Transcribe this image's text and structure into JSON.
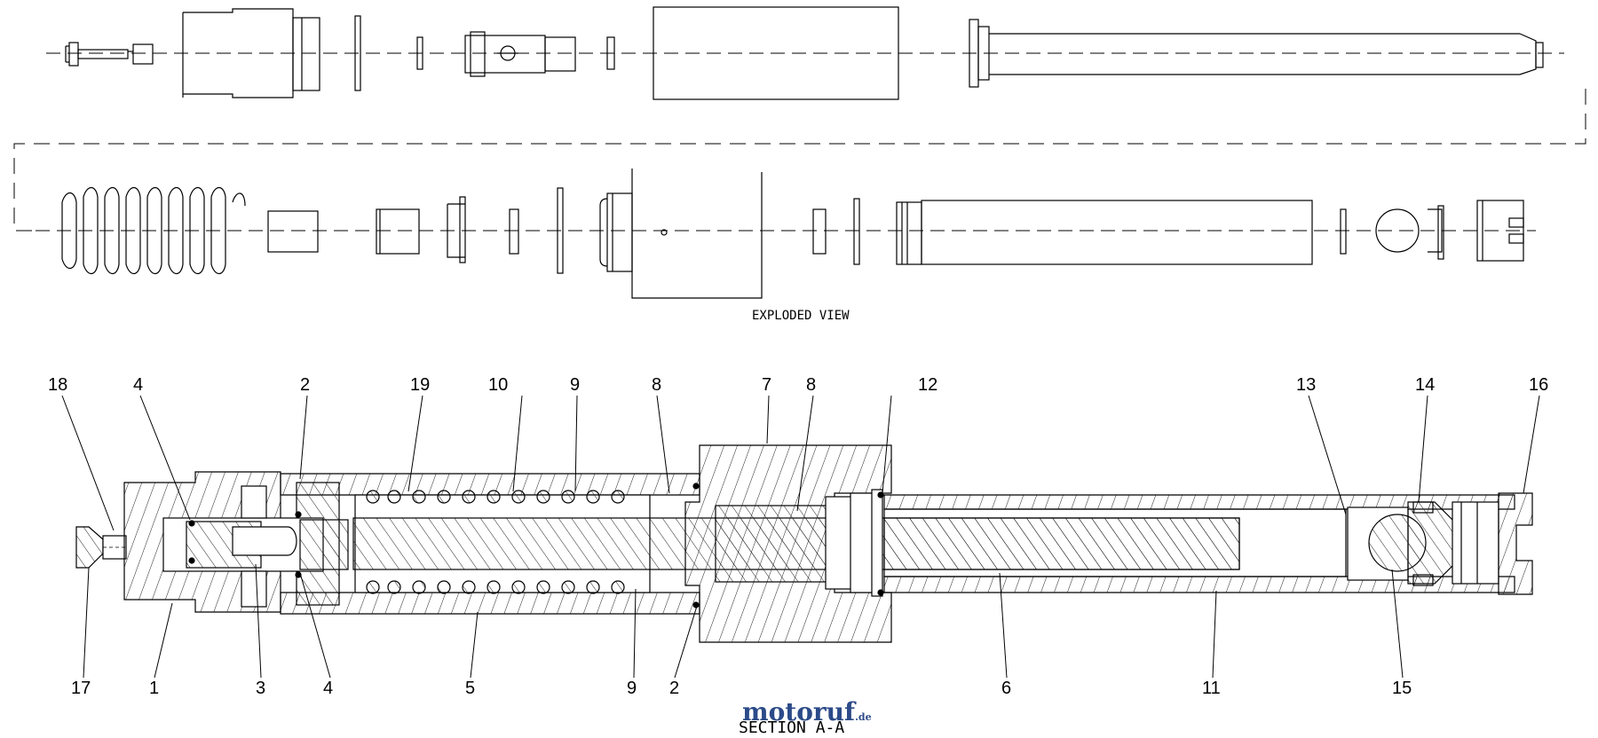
{
  "labels": {
    "exploded_view": "EXPLODED VIEW",
    "section": "SECTION  A-A"
  },
  "callouts_top": [
    {
      "n": "18"
    },
    {
      "n": "4"
    },
    {
      "n": "2"
    },
    {
      "n": "19"
    },
    {
      "n": "10"
    },
    {
      "n": "9"
    },
    {
      "n": "8"
    },
    {
      "n": "7"
    },
    {
      "n": "8"
    },
    {
      "n": "12"
    },
    {
      "n": "13"
    },
    {
      "n": "14"
    },
    {
      "n": "16"
    }
  ],
  "callouts_bottom": [
    {
      "n": "17"
    },
    {
      "n": "1"
    },
    {
      "n": "3"
    },
    {
      "n": "4"
    },
    {
      "n": "5"
    },
    {
      "n": "9"
    },
    {
      "n": "2"
    },
    {
      "n": "6"
    },
    {
      "n": "11"
    },
    {
      "n": "15"
    }
  ],
  "watermark": {
    "brand": "motoruf",
    "tld": ".de",
    "color": "#2b4a88"
  }
}
